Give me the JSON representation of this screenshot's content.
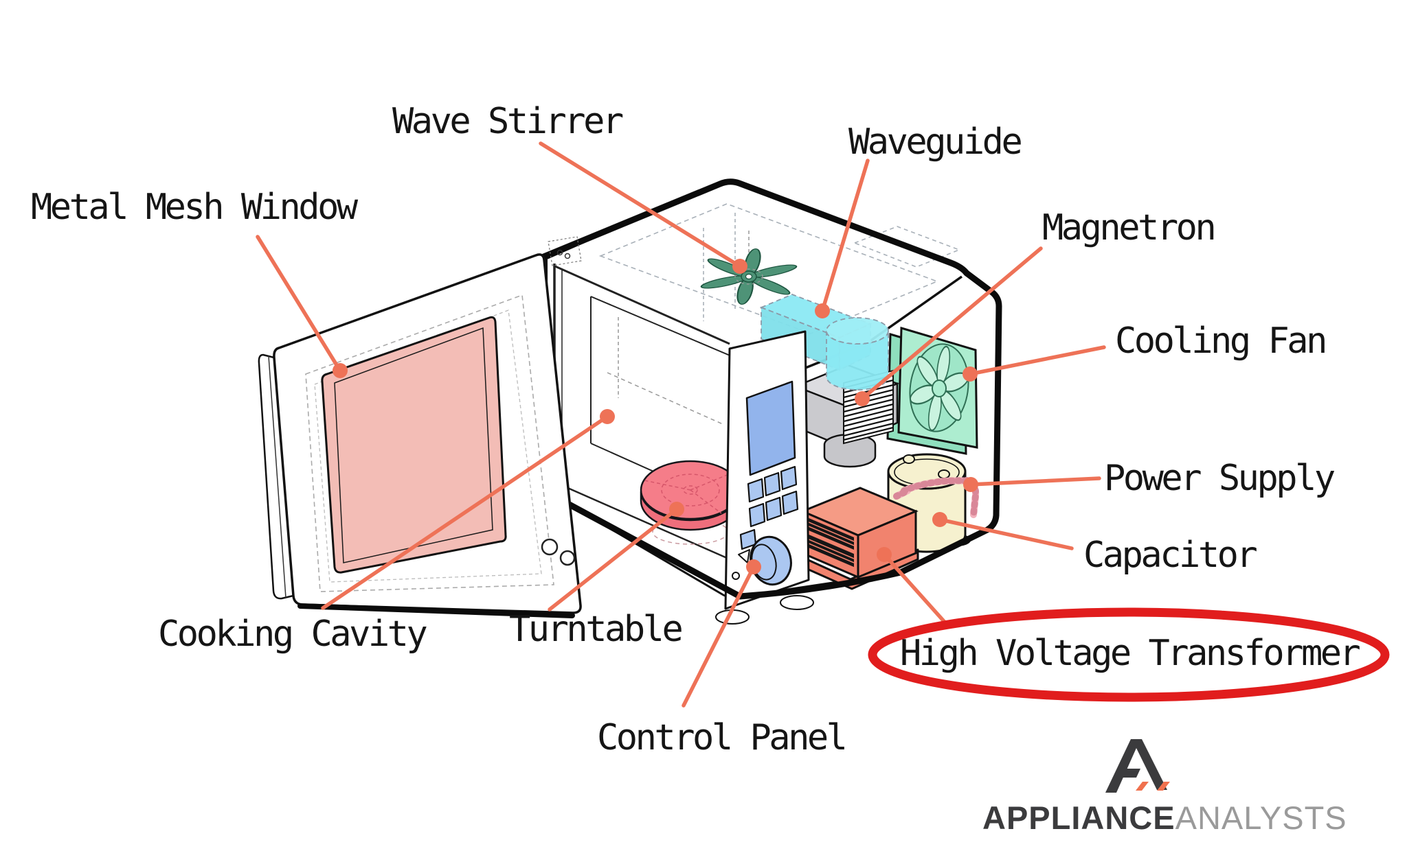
{
  "page": {
    "background": "#ffffff",
    "kind": "labeled-appliance-diagram",
    "subject": "Microwave oven parts, isometric cutaway illustration"
  },
  "diagram": {
    "leader_color": "#EE7257",
    "outline_color": "#0b0b0b",
    "label_text_color": "#151515",
    "labels": [
      {
        "id": "wave-stirrer",
        "text": "Wave Stirrer"
      },
      {
        "id": "metal-mesh-window",
        "text": "Metal Mesh Window"
      },
      {
        "id": "waveguide",
        "text": "Waveguide"
      },
      {
        "id": "magnetron",
        "text": "Magnetron"
      },
      {
        "id": "cooling-fan",
        "text": "Cooling Fan"
      },
      {
        "id": "power-supply",
        "text": "Power Supply"
      },
      {
        "id": "capacitor",
        "text": "Capacitor"
      },
      {
        "id": "high-voltage-transformer",
        "text": "High Voltage Transformer",
        "highlighted": true
      },
      {
        "id": "cooking-cavity",
        "text": "Cooking Cavity"
      },
      {
        "id": "turntable",
        "text": "Turntable"
      },
      {
        "id": "control-panel",
        "text": "Control Panel"
      }
    ],
    "highlight": {
      "shape": "ellipse",
      "color": "#E11D1D",
      "around": "High Voltage Transformer"
    },
    "component_colors": {
      "door_window_pink": "#F3BDB6",
      "turntable_pink": "#F57D89",
      "display_blue": "#92B4EC",
      "button_blue": "#ABC7F1",
      "stirrer_green": "#4E9377",
      "fan_mint": "#ADEDD0",
      "waveguide_cyan": "#8BE9F3",
      "magnetron_gray": "#CACACE",
      "capacitor_cream": "#F6F1CF",
      "wire_pink": "#F3B1BC",
      "transformer_salmon": "#F1836E"
    }
  },
  "logo": {
    "brand_bold": "APPLIANCE",
    "brand_light": "ANALYSTS",
    "mark": "mountain-a",
    "mark_dark": "#3B3B3D",
    "mark_accent": "#F0714E",
    "light_text_color": "#9A9A9A"
  }
}
